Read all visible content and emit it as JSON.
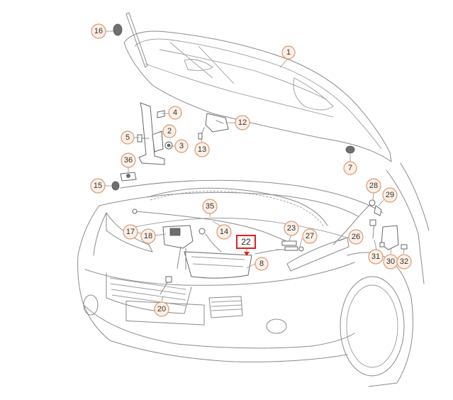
{
  "diagram": {
    "highlight_color": "#e02020",
    "callout_fill": "#fcefe6",
    "callout_stroke": "#d89a70",
    "highlighted_part": "22",
    "callouts": [
      "1",
      "2",
      "3",
      "4",
      "5",
      "7",
      "8",
      "12",
      "13",
      "14",
      "15",
      "16",
      "17",
      "18",
      "20",
      "22",
      "23",
      "26",
      "27",
      "28",
      "29",
      "30",
      "31",
      "32",
      "35",
      "36"
    ]
  }
}
